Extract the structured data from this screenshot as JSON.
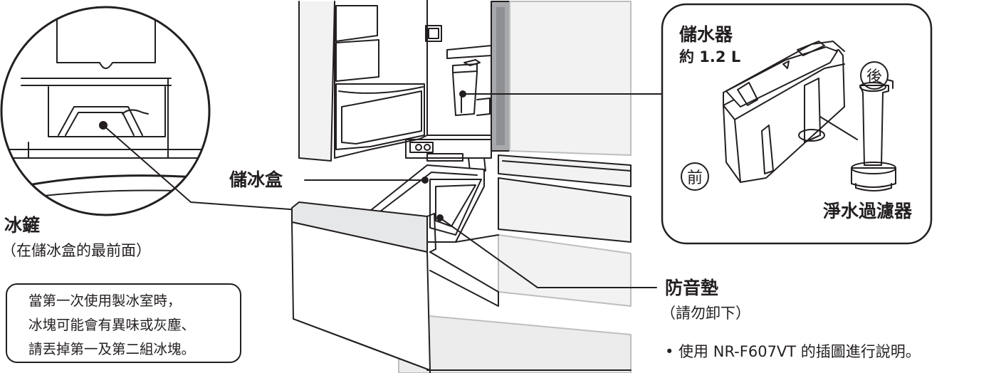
{
  "labels": {
    "ice_tray": "冰鏟",
    "ice_tray_note": "（在儲冰盒的最前面）",
    "ice_box": "儲冰盒",
    "tank_title": "儲水器",
    "tank_capacity": "約 1.2 L",
    "rear": "後",
    "front": "前",
    "filter": "淨水過濾器",
    "mat": "防音墊",
    "mat_note": "（請勿卸下）",
    "model_note": "• 使用 NR-F607VT 的插圖進行說明。"
  },
  "notice": {
    "lines": [
      "當第一次使用製冰室時，",
      "冰塊可能會有異味或灰塵、",
      "請丟掉第一及第二組冰塊。"
    ]
  }
}
